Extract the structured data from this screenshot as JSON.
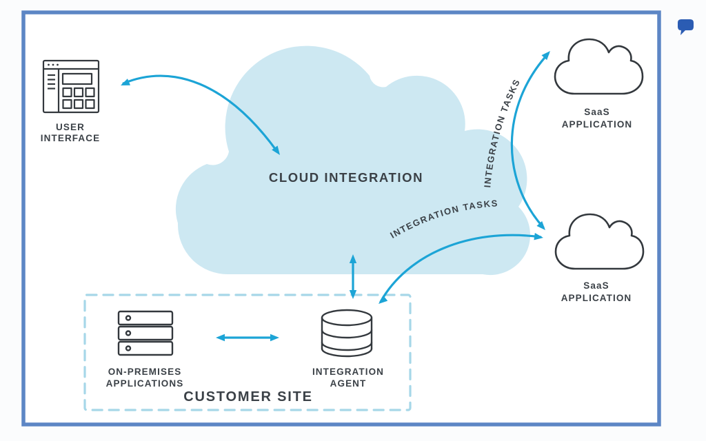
{
  "diagram": {
    "type": "cloud-integration-architecture",
    "nodes": {
      "user_interface": {
        "line1": "USER",
        "line2": "INTERFACE"
      },
      "cloud_integration": {
        "label": "CLOUD INTEGRATION"
      },
      "saas_application_top": {
        "line1": "SaaS",
        "line2": "APPLICATION"
      },
      "saas_application_bottom": {
        "line1": "SaaS",
        "line2": "APPLICATION"
      },
      "on_premises_applications": {
        "line1": "ON-PREMISES",
        "line2": "APPLICATIONS"
      },
      "integration_agent": {
        "line1": "INTEGRATION",
        "line2": "AGENT"
      },
      "customer_site": {
        "label": "CUSTOMER SITE"
      }
    },
    "edge_labels": {
      "integration_tasks_top": "INTEGRATION TASKS",
      "integration_tasks_bottom": "INTEGRATION TASKS"
    },
    "colors": {
      "frame_border": "#5d86c5",
      "cloud_fill": "#cde8f2",
      "arrow": "#1ca4d6",
      "dashed_box": "#a6d7e8",
      "icon_stroke": "#33383d",
      "text": "#3b4147",
      "comment_icon": "#2b5cb3"
    }
  }
}
